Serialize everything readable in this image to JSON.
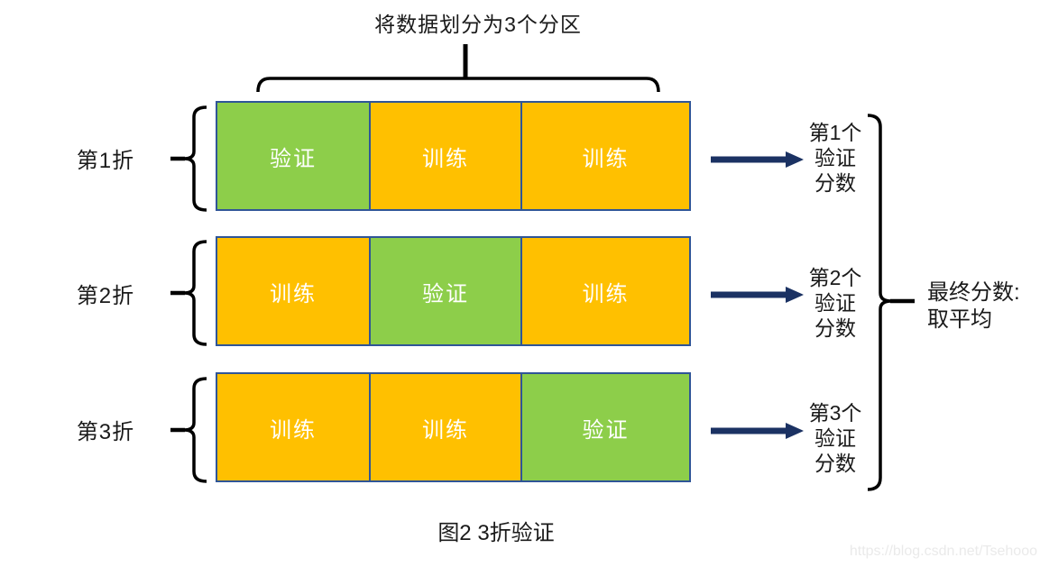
{
  "title": "将数据划分为3个分区",
  "rows": [
    {
      "label": "第1折",
      "cells": [
        {
          "text": "验证",
          "role": "validation",
          "color": "#8DCE4A"
        },
        {
          "text": "训练",
          "role": "train",
          "color": "#FFC000"
        },
        {
          "text": "训练",
          "role": "train",
          "color": "#FFC000"
        }
      ],
      "score": "第1个\n验证\n分数"
    },
    {
      "label": "第2折",
      "cells": [
        {
          "text": "训练",
          "role": "train",
          "color": "#FFC000"
        },
        {
          "text": "验证",
          "role": "validation",
          "color": "#8DCE4A"
        },
        {
          "text": "训练",
          "role": "train",
          "color": "#FFC000"
        }
      ],
      "score": "第2个\n验证\n分数"
    },
    {
      "label": "第3折",
      "cells": [
        {
          "text": "训练",
          "role": "train",
          "color": "#FFC000"
        },
        {
          "text": "训练",
          "role": "train",
          "color": "#FFC000"
        },
        {
          "text": "验证",
          "role": "validation",
          "color": "#8DCE4A"
        }
      ],
      "score": "第3个\n验证\n分数"
    }
  ],
  "final_score": "最终分数:\n取平均",
  "caption": "图2 3折验证",
  "watermark": "https://blog.csdn.net/Tsehooo",
  "colors": {
    "validation_fill": "#8DCE4A",
    "train_fill": "#FFC000",
    "box_border": "#2F5597",
    "arrow": "#1B3263",
    "brace": "#000000",
    "watermark_text": "#EAEAEA"
  }
}
